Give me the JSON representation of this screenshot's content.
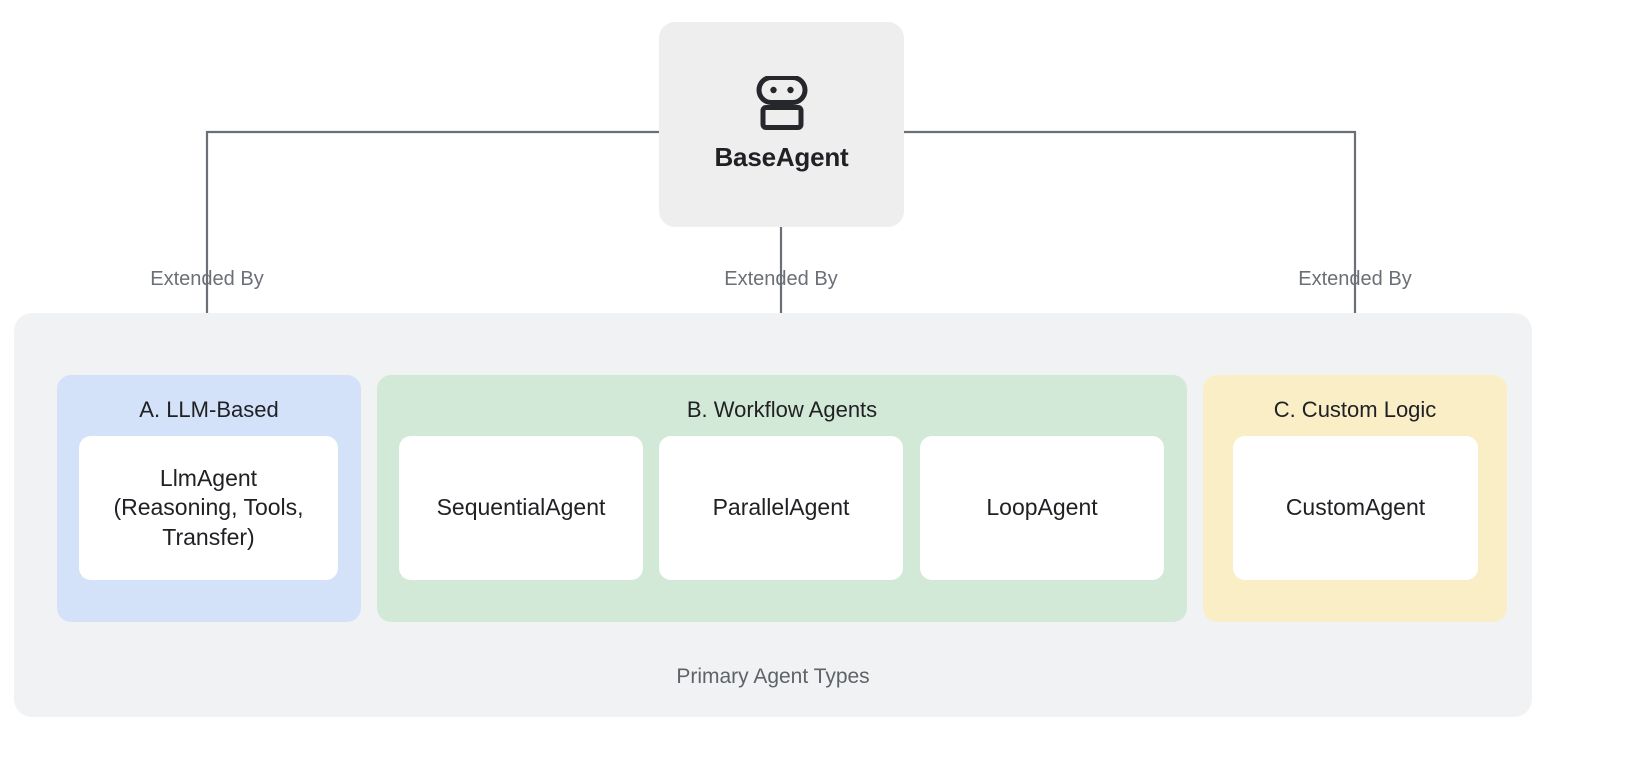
{
  "diagram": {
    "root": {
      "label": "BaseAgent",
      "icon": "robot-icon"
    },
    "edges": [
      {
        "label": "Extended By",
        "target": "A. LLM-Based"
      },
      {
        "label": "Extended By",
        "target": "B. Workflow Agents"
      },
      {
        "label": "Extended By",
        "target": "C. Custom Logic"
      }
    ],
    "group": {
      "caption": "Primary Agent Types",
      "background": "#f1f2f4",
      "panels": [
        {
          "id": "a",
          "title": "A. LLM-Based",
          "color": "#d4e2f9",
          "cards": [
            {
              "label": "LlmAgent\n(Reasoning, Tools,\nTransfer)"
            }
          ]
        },
        {
          "id": "b",
          "title": "B. Workflow Agents",
          "color": "#d3e9d7",
          "cards": [
            {
              "label": "SequentialAgent"
            },
            {
              "label": "ParallelAgent"
            },
            {
              "label": "LoopAgent"
            }
          ]
        },
        {
          "id": "c",
          "title": "C. Custom Logic",
          "color": "#faeec7",
          "cards": [
            {
              "label": "CustomAgent"
            }
          ]
        }
      ]
    },
    "colors": {
      "root_fill": "#eeeeee",
      "group_fill": "#f1f2f4",
      "panel_llm": "#d4e2f9",
      "panel_workflow": "#d3e9d7",
      "panel_custom": "#faeec7",
      "card_fill": "#ffffff",
      "connector": "#6b6f76",
      "text_primary": "#202124",
      "text_muted": "#5f6368"
    }
  }
}
